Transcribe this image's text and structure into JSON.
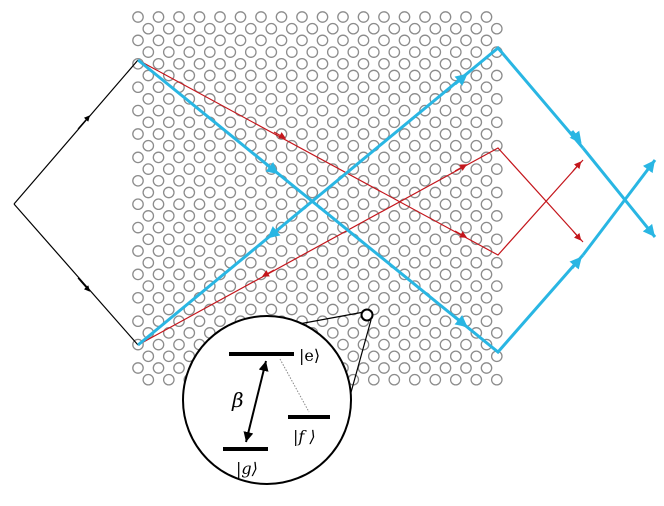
{
  "diagram": {
    "inset": {
      "level_e_label": "|e⟩",
      "level_f_label": "|f ⟩",
      "level_g_label": "|g⟩",
      "coupling_label": "β"
    },
    "colors": {
      "lattice": "#8c8c8c",
      "blue_path": "#29b6e3",
      "red_path": "#c4161c",
      "black_path": "#000000"
    }
  }
}
